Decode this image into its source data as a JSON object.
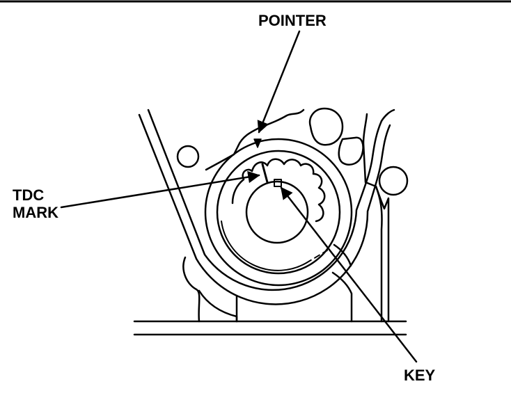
{
  "labels": {
    "pointer": "POINTER",
    "tdc_line1": "TDC",
    "tdc_line2": "MARK",
    "key": "KEY"
  },
  "colors": {
    "ink": "#000000",
    "paper": "#ffffff"
  }
}
